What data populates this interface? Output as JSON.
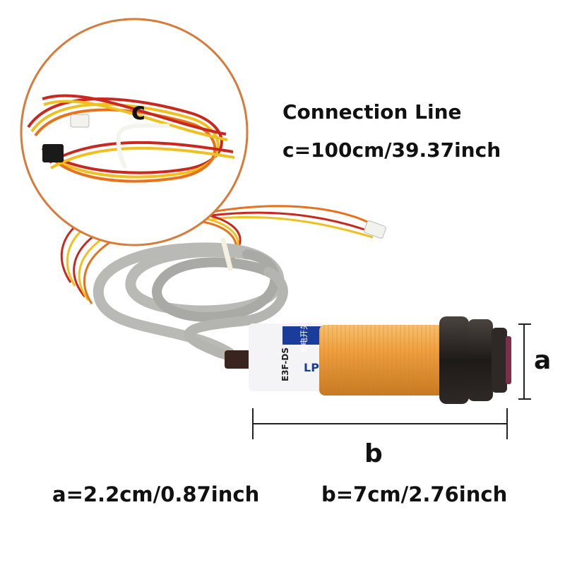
{
  "labels": {
    "inset_letter": "c",
    "connection_title": "Connection Line",
    "connection_length": "c=100cm/39.37inch",
    "dim_a_letter": "a",
    "dim_b_letter": "b",
    "dim_a_text": "a=2.2cm/0.87inch",
    "dim_b_text": "b=7cm/2.76inch"
  },
  "sensor_label": {
    "brand": "LP",
    "model": "E3F-DS",
    "chinese": "光电开关"
  },
  "colors": {
    "sensor_body": "#f0a040",
    "cable": "#b9b9b6",
    "wire_red": "#c8281e",
    "wire_yellow": "#f0c020",
    "wire_orange": "#e8721c",
    "inset_border": "#d77a3a",
    "label_blue": "#1a3d9c"
  }
}
